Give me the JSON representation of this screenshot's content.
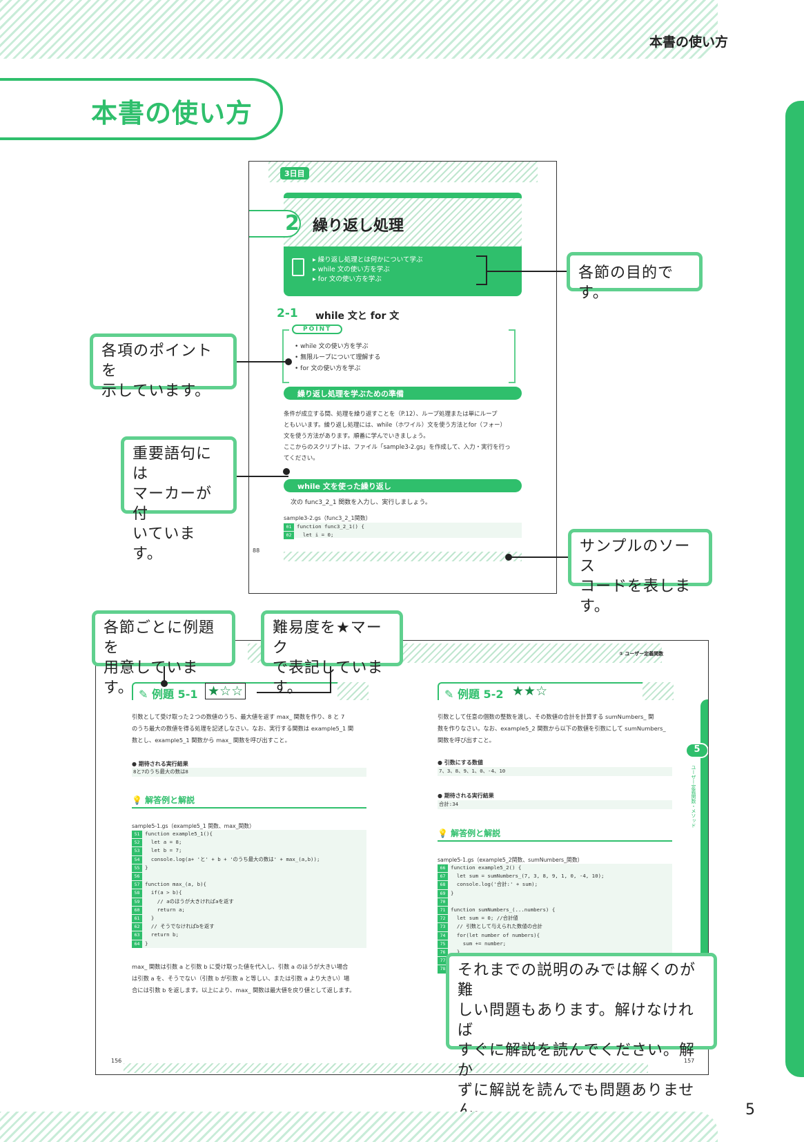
{
  "header": {
    "title": "本書の使い方"
  },
  "page_title": "本書の使い方",
  "page_number": "5",
  "spread1": {
    "day_badge": "3日目",
    "section_num": "2",
    "section_title": "繰り返し処理",
    "goals": [
      "繰り返し処理とは何かについて学ぶ",
      "while 文の使い方を学ぶ",
      "for 文の使い方を学ぶ"
    ],
    "sub_num": "2-1",
    "sub_title": "while 文と for 文",
    "point_label": "POINT",
    "points": [
      "while 文の使い方を学ぶ",
      "無限ループについて理解する",
      "for 文の使い方を学ぶ"
    ],
    "heading1": "繰り返し処理を学ぶための準備",
    "para1": [
      "条件が成立する間、処理を繰り返すことを（P.12）、ループ処理または単にループ",
      "ともいいます。繰り返し処理には、while（ホワイル）文を使う方法とfor（フォー）",
      "文を使う方法があります。順番に学んでいきましょう。",
      "ここからのスクリプトは、ファイル「sample3-2.gs」を作成して、入力・実行を行っ",
      "てください。"
    ],
    "heading2": "while 文を使った繰り返し",
    "para2": "次の func3_2_1 関数を入力し、実行しましょう。",
    "code_caption": "sample3-2.gs（func3_2_1関数）",
    "code": [
      {
        "n": "01",
        "t": "function func3_2_1() {"
      },
      {
        "n": "02",
        "t": "  let i = 0;"
      }
    ],
    "footer_page": "88"
  },
  "callouts": {
    "goal": "各節の目的です。",
    "point": [
      "各項のポイントを",
      "示しています。"
    ],
    "marker": [
      "重要語句には",
      "マーカーが付",
      "いています。"
    ],
    "source": [
      "サンプルのソース",
      "コードを表します。"
    ],
    "example": [
      "各節ごとに例題を",
      "用意しています。"
    ],
    "difficulty": [
      "難易度を★マーク",
      "で表記しています。"
    ],
    "hard": [
      "それまでの説明のみでは解くのが難",
      "しい問題もあります。解けなければ",
      "すぐに解説を読んでください。解か",
      "ずに解説を読んでも問題ありません。"
    ]
  },
  "spread2": {
    "running_head": "① ユーザー定義関数",
    "left": {
      "ex_title": "例題 5-1",
      "stars": "★☆☆",
      "para": [
        "引数として受け取った２つの数値のうち、最大値を返す max_ 関数を作り、8 と 7",
        "のうち最大の数値を得る処理を記述しなさい。なお、実行する関数は example5_1 関",
        "数とし、example5_1 関数から max_ 関数を呼び出すこと。"
      ],
      "result_label": "● 期待される実行結果",
      "result": "8と7のうち最大の数は8",
      "answer_title": "解答例と解説",
      "code_caption": "sample5-1.gs（example5_1 関数、max_関数）",
      "code": [
        {
          "n": "51",
          "t": "function example5_1(){"
        },
        {
          "n": "52",
          "t": "  let a = 8;"
        },
        {
          "n": "53",
          "t": "  let b = 7;"
        },
        {
          "n": "54",
          "t": "  console.log(a+ 'と' + b + 'のうち最大の数は' + max_(a,b));"
        },
        {
          "n": "55",
          "t": "}"
        },
        {
          "n": "56",
          "t": ""
        },
        {
          "n": "57",
          "t": "function max_(a, b){"
        },
        {
          "n": "58",
          "t": "  if(a > b){"
        },
        {
          "n": "59",
          "t": "    // aのほうが大きければaを返す"
        },
        {
          "n": "60",
          "t": "    return a;"
        },
        {
          "n": "61",
          "t": "  }"
        },
        {
          "n": "62",
          "t": "  // そうでなければbを返す"
        },
        {
          "n": "63",
          "t": "  return b;"
        },
        {
          "n": "64",
          "t": "}"
        }
      ],
      "para2": [
        "max_ 関数は引数 a と引数 b に受け取った値を代入し、引数 a のほうが大きい場合",
        "は引数 a を、そうでない（引数 b が引数 a と等しい、または引数 a より大きい）場",
        "合には引数 b を返します。以上により、max_ 関数は最大値を戻り値として返します。"
      ],
      "page": "156"
    },
    "right": {
      "ex_title": "例題 5-2",
      "stars": "★★☆",
      "para": [
        "引数として任意の個数の整数を渡し、その数値の合計を計算する sumNumbers_ 関",
        "数を作りなさい。なお、example5_2 関数から以下の数値を引数にして sumNumbers_",
        "関数を呼び出すこと。"
      ],
      "args_label": "● 引数にする数値",
      "args": "7、3、8、9、1、0、-4、10",
      "result_label": "● 期待される実行結果",
      "result": "合計:34",
      "answer_title": "解答例と解説",
      "code_caption": "sample5-1.gs（example5_2関数、sumNumbers_関数）",
      "code": [
        {
          "n": "66",
          "t": "function example5_2() {"
        },
        {
          "n": "67",
          "t": "  let sum = sumNumbers_(7, 3, 8, 9, 1, 0, -4, 10);"
        },
        {
          "n": "68",
          "t": "  console.log('合計:' + sum);"
        },
        {
          "n": "69",
          "t": "}"
        },
        {
          "n": "70",
          "t": ""
        },
        {
          "n": "71",
          "t": "function sumNumbers_(...numbers) {"
        },
        {
          "n": "72",
          "t": "  let sum = 0; //合計値"
        },
        {
          "n": "73",
          "t": "  // 引数として与えられた数値の合計"
        },
        {
          "n": "74",
          "t": "  for(let number of numbers){"
        },
        {
          "n": "75",
          "t": "    sum += number;"
        },
        {
          "n": "76",
          "t": "  }"
        },
        {
          "n": "77",
          "t": ""
        },
        {
          "n": "78",
          "t": ""
        }
      ],
      "side_num": "5",
      "side_text": "ユーザー定義関数・メソッド",
      "page": "157"
    }
  }
}
